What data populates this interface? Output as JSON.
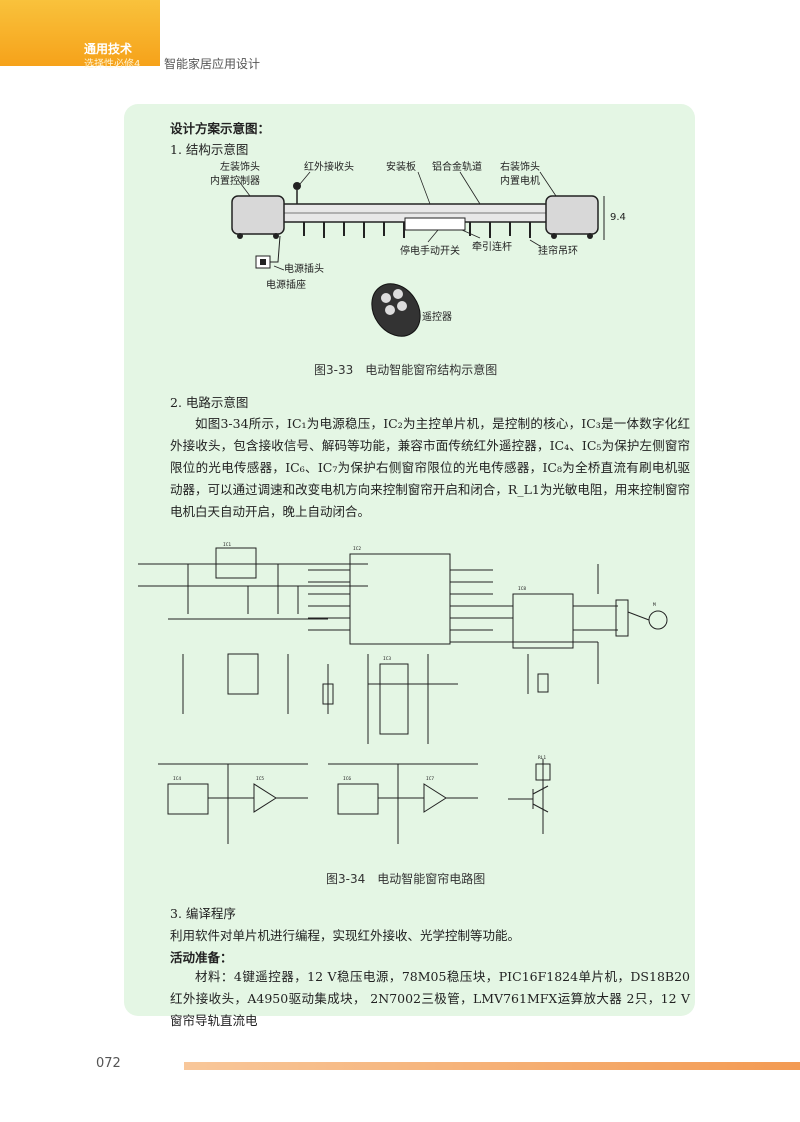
{
  "header": {
    "series_title": "通用技术",
    "series_subtitle": "选择性必修4",
    "chapter_title": "智能家居应用设计"
  },
  "content": {
    "design_heading": "设计方案示意图：",
    "section1_title": "1. 结构示意图",
    "structure_labels": {
      "left_cover": "左装饰头",
      "left_controller": "内置控制器",
      "ir_receiver": "红外接收头",
      "mount_plate": "安装板",
      "aluminum_rail": "铝合金轨道",
      "right_cover": "右装饰头",
      "right_motor": "内置电机",
      "power_off_switch": "停电手动开关",
      "pull_rod": "牵引连杆",
      "hang_ring": "挂帘吊环",
      "power_plug": "电源插头",
      "power_socket": "电源插座",
      "remote": "遥控器",
      "height_mark": "9.4"
    },
    "figure1_caption": "图3-33　电动智能窗帘结构示意图",
    "section2_title": "2. 电路示意图",
    "section2_paragraph": "如图3-34所示，IC₁为电源稳压，IC₂为主控单片机，是控制的核心，IC₃是一体数字化红外接收头，包含接收信号、解码等功能，兼容市面传统红外遥控器，IC₄、IC₅为保护左侧窗帘限位的光电传感器，IC₆、IC₇为保护右侧窗帘限位的光电传感器，IC₈为全桥直流有刷电机驱动器，可以通过调速和改变电机方向来控制窗帘开启和闭合，R_L1为光敏电阻，用来控制窗帘电机白天自动开启，晚上自动闭合。",
    "figure2_caption": "图3-34　电动智能窗帘电路图",
    "section3_title": "3. 编译程序",
    "section3_paragraph": "利用软件对单片机进行编程，实现红外接收、光学控制等功能。",
    "activity_heading": "活动准备：",
    "materials_paragraph": "材料：4键遥控器，12 V稳压电源，78M05稳压块，PIC16F1824单片机，DS18B20红外接收头，A4950驱动集成块， 2N7002三极管，LMV761MFX运算放大器 2只，12 V窗帘导轨直流电"
  },
  "footer": {
    "page_number": "072"
  },
  "colors": {
    "card_bg": "#e4f6e4",
    "accent_orange": "#f6a21a",
    "footer_bar": "#f39a52"
  }
}
